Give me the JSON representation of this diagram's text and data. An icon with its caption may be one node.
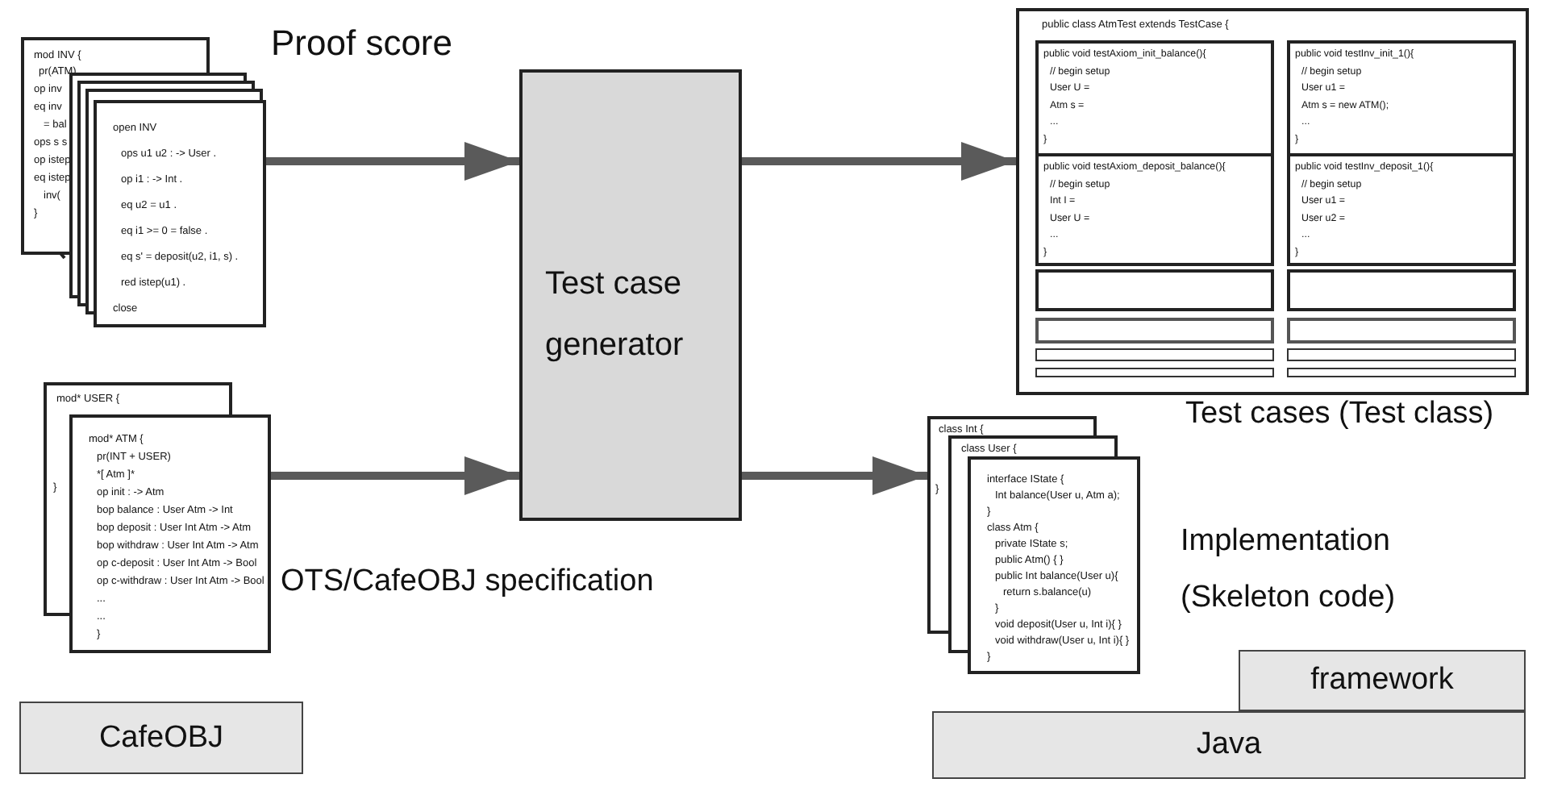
{
  "diagram": {
    "nodes": [
      {
        "text": [
          "open INV",
          "ops u1 u2 : -> User .",
          "op i1 : -> Int .",
          "eq u2 = u1 .",
          "eq i1 >= 0 = false .",
          "eq s' = deposit(u2, i1, s) .",
          "red istep(u1) .",
          "close"
        ],
        "beside": [
          "Proof score"
        ]
      },
      {
        "text": [
          "mod* ATM {",
          "pr(INT + USER)",
          "*[ Atm ]*",
          "op init : -> Atm",
          "bop balance : User Atm -> Int",
          "bop deposit : User Int Atm -> Atm",
          "bop withdraw : User Int Atm -> Atm",
          "op c-deposit : User Int Atm -> Bool",
          "op c-withdraw : User Int Atm -> Bool",
          "...",
          "...",
          "}"
        ],
        "beside": [
          "OTS/CafeOBJ specification"
        ]
      },
      {
        "text": [
          "Test case generator"
        ]
      },
      {
        "text": [
          "public class AtmTest extends TestCase {"
        ],
        "beside": [
          "Test cases (Test class)"
        ]
      },
      {
        "text": [
          "public void testAxiom_init_balance(){",
          "// begin setup",
          "User U =",
          "Atm s =",
          "...",
          "}"
        ],
        "in": 3
      },
      {
        "text": [
          "public void testInv_init_1(){",
          "// begin setup",
          "User u1 =",
          "Atm s = new ATM();",
          "...",
          "}"
        ],
        "in": 3
      },
      {
        "text": [
          "public void testAxiom_deposit_balance(){",
          "// begin setup",
          "Int I =",
          "User U =",
          "...",
          "}"
        ],
        "in": 3
      },
      {
        "text": [
          "public void testInv_deposit_1(){",
          "// begin setup",
          "User u1 =",
          "User u2 =",
          "...",
          "}"
        ],
        "in": 3
      },
      {
        "text": [],
        "shape": "box",
        "in": 3
      },
      {
        "text": [],
        "shape": "box",
        "in": 3
      },
      {
        "text": [],
        "shape": "box",
        "in": 3
      },
      {
        "text": [],
        "shape": "box",
        "in": 3
      },
      {
        "text": [],
        "shape": "bar",
        "in": 3
      },
      {
        "text": [],
        "shape": "bar",
        "in": 3
      },
      {
        "text": [],
        "shape": "bar",
        "in": 3
      },
      {
        "text": [],
        "shape": "bar",
        "in": 3
      },
      {
        "text": [
          "interface IState {",
          "Int balance(User u, Atm a);",
          "}",
          "class Atm {",
          "private IState s;",
          "public Atm() { }",
          "public Int balance(User u){",
          "return s.balance(u)",
          "}",
          "void deposit(User u, Int i){ }",
          "void withdraw(User u, Int i){ }",
          "}"
        ],
        "beside": [
          "Implementation (Skeleton code)"
        ]
      },
      {
        "text": [
          "framework"
        ]
      },
      {
        "text": [
          "Java"
        ]
      },
      {
        "text": [
          "CafeOBJ"
        ]
      }
    ],
    "edges": [
      {
        "from": 0,
        "to": 2,
        "arrow": "to"
      },
      {
        "from": 1,
        "to": 2,
        "arrow": "to"
      },
      {
        "from": 2,
        "to": 3,
        "arrow": "to"
      },
      {
        "from": 2,
        "to": 16,
        "arrow": "to"
      }
    ],
    "labels": [
      "mod INV {",
      "pr(ATM)",
      "op inv",
      "eq inv",
      "= bal",
      "ops s s",
      "op istep",
      "eq istep",
      "inv(",
      "}",
      "mod* USER {",
      "}",
      "class Int {",
      "}",
      "class User {"
    ]
  }
}
